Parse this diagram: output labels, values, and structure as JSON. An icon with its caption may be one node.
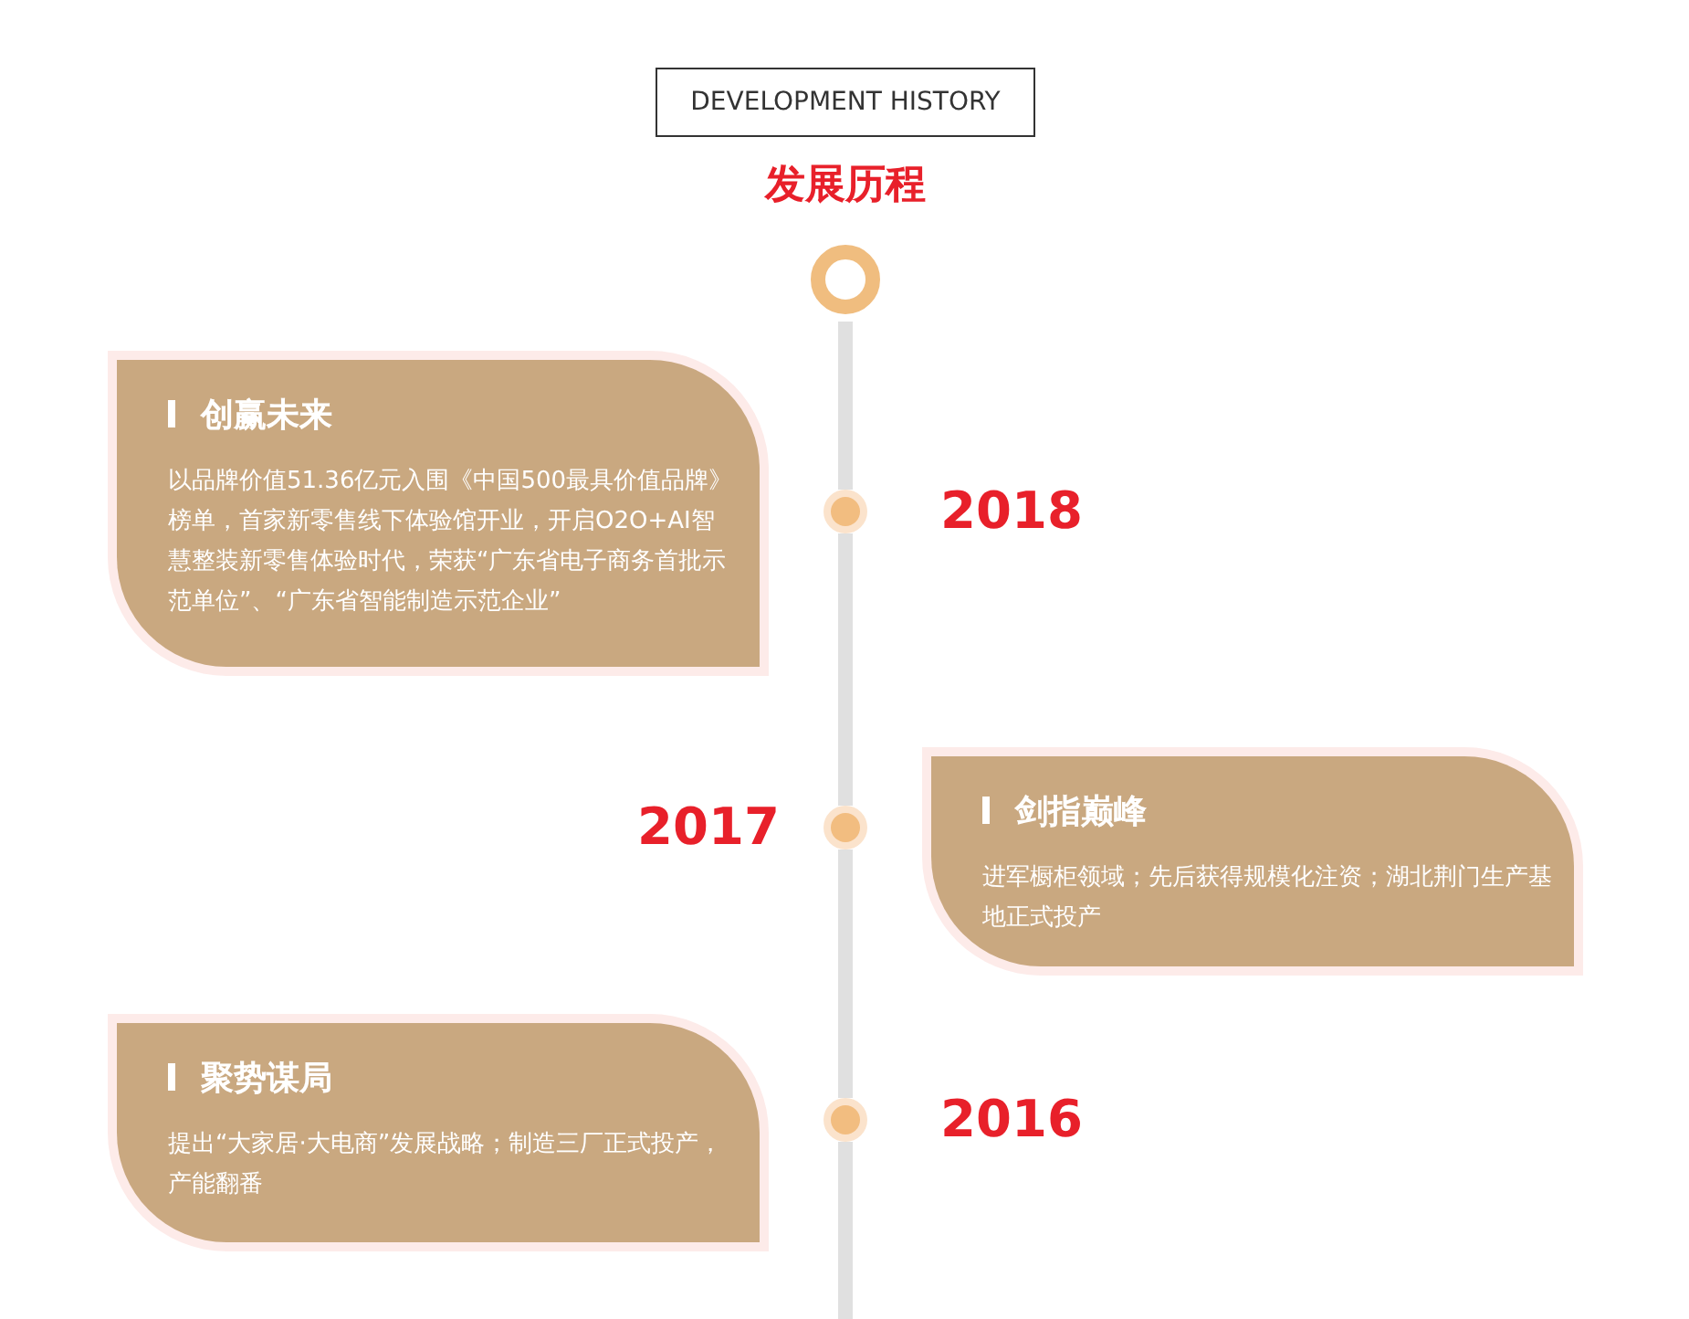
{
  "diagram": {
    "title": "发展历程",
    "nodes": [
      {
        "text": [
          "DEVELOPMENT HISTORY"
        ]
      },
      {
        "text": [],
        "shape": "circle"
      },
      {
        "text": [
          "创赢未来",
          "以品牌价值51.36亿元入围《中国500最具价值品牌》榜单，首家新零售线下体验馆开业，开启O2O+AI智慧整装新零售体验时代，荣获“广东省电子商务首批示范单位”、“广东省智能制造示范企业”"
        ]
      },
      {
        "text": [],
        "shape": "circle",
        "beside": [
          "2018"
        ]
      },
      {
        "text": [
          "剑指巅峰",
          "进军橱柜领域；先后获得规模化注资；湖北荆门生产基地正式投产"
        ]
      },
      {
        "text": [],
        "shape": "circle",
        "beside": [
          "2017"
        ]
      },
      {
        "text": [
          "聚势谋局",
          "提出“大家居·大电商”发展战略；制造三厂正式投产，产能翻番"
        ]
      },
      {
        "text": [],
        "shape": "circle",
        "beside": [
          "2016"
        ]
      }
    ],
    "edges": [
      {
        "from": 1,
        "to": 3,
        "arrow": "none"
      },
      {
        "from": 3,
        "to": 5,
        "arrow": "none"
      },
      {
        "from": 5,
        "to": 7,
        "arrow": "none"
      },
      {
        "from": 7,
        "to": null,
        "arrow": "none"
      }
    ]
  }
}
